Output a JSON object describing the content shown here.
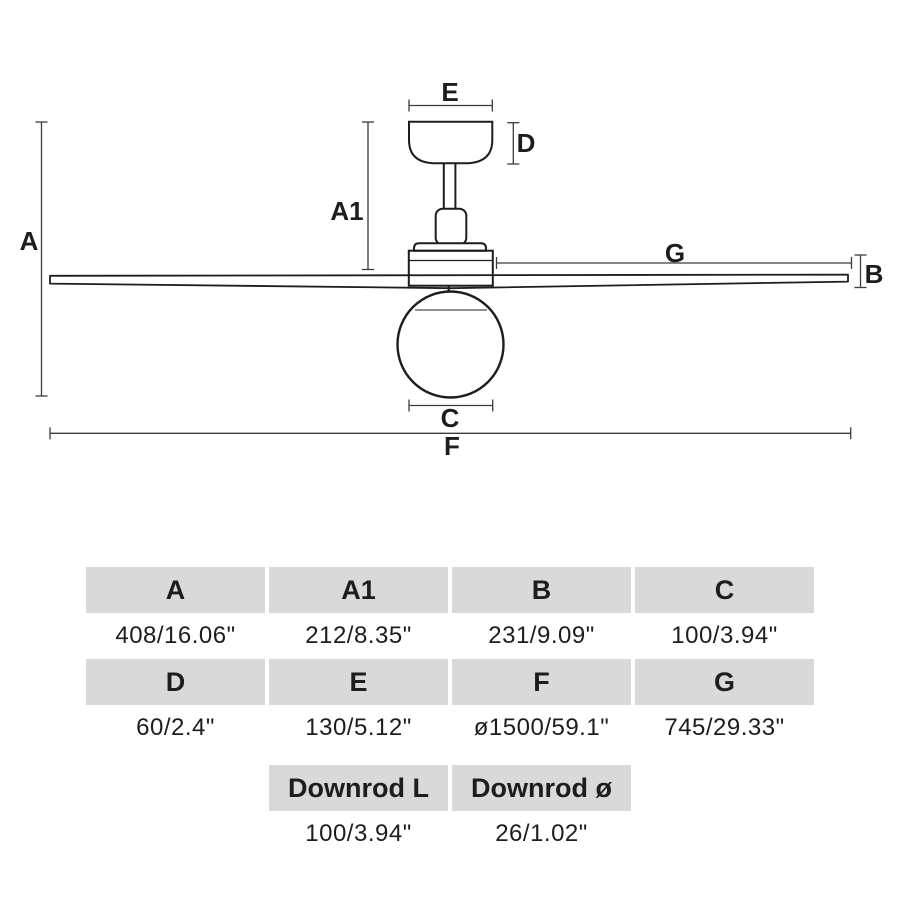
{
  "diagram": {
    "labels": {
      "a": "A",
      "a1": "A1",
      "b": "B",
      "c": "C",
      "d": "D",
      "e": "E",
      "f": "F",
      "g": "G"
    }
  },
  "table": {
    "rows": [
      {
        "cells": [
          {
            "label": "A",
            "value": "408/16.06\""
          },
          {
            "label": "A1",
            "value": "212/8.35\""
          },
          {
            "label": "B",
            "value": "231/9.09\""
          },
          {
            "label": "C",
            "value": "100/3.94\""
          }
        ]
      },
      {
        "cells": [
          {
            "label": "D",
            "value": "60/2.4\""
          },
          {
            "label": "E",
            "value": "130/5.12\""
          },
          {
            "label": "F",
            "value": "ø1500/59.1\""
          },
          {
            "label": "G",
            "value": "745/29.33\""
          }
        ]
      },
      {
        "cells": [
          {
            "label": "Downrod L",
            "value": "100/3.94\""
          },
          {
            "label": "Downrod ø",
            "value": "26/1.02\""
          }
        ]
      }
    ]
  },
  "colors": {
    "header_bg": "#d9d9d9",
    "text": "#1d1d1b",
    "outline": "#1d1d1b",
    "dim_line": "#3c3c3c"
  }
}
